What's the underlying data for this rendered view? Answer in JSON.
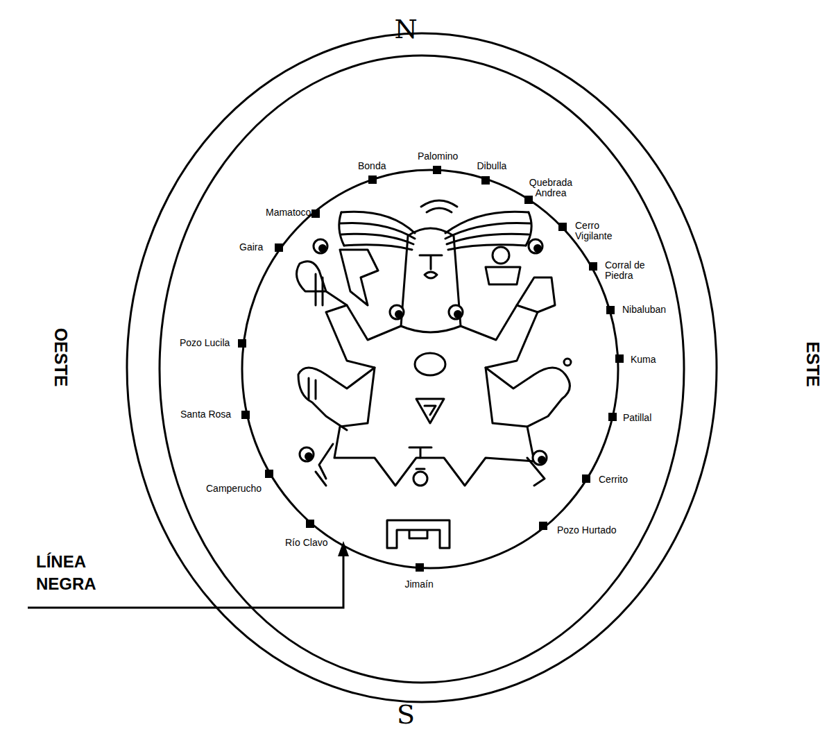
{
  "diagram": {
    "labels": [
      "N",
      "OESTE",
      "ESTE",
      "S",
      "Bonda",
      "Palomino",
      "Dibulla",
      "Quebrada Andrea",
      "Mamatoco",
      "Cerro Vigilante",
      "Gaira",
      "Corral de Piedra",
      "Nibaluban",
      "Pozo Lucila",
      "Kuma",
      "Santa Rosa",
      "Patillal",
      "Camperucho",
      "Cerrito",
      "Río Clavo",
      "Pozo Hurtado",
      "Jimaín",
      "LÍNEA NEGRA"
    ]
  }
}
